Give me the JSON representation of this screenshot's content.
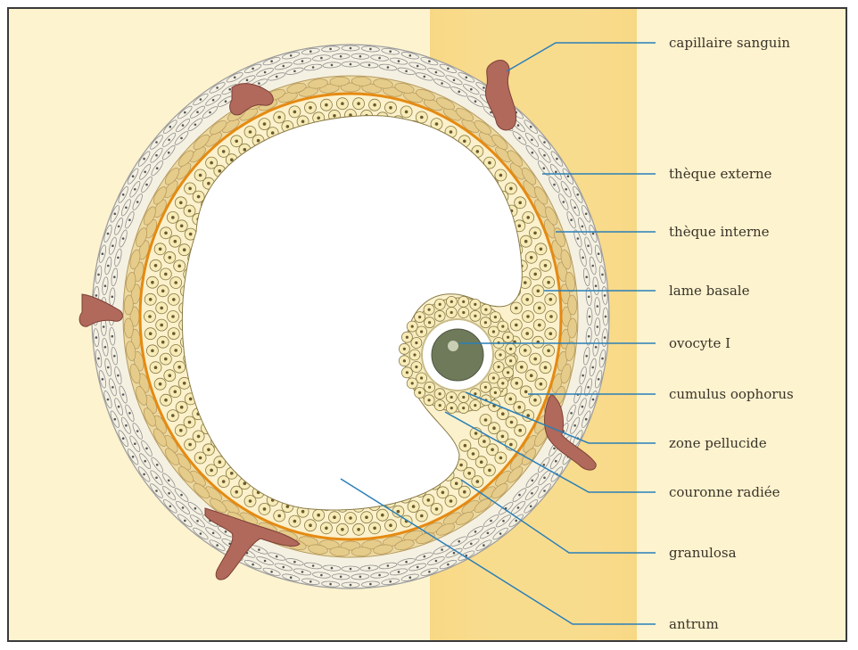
{
  "diagram": {
    "labels": {
      "capillaire": "capillaire sanguin",
      "theque_externe": "thèque externe",
      "theque_interne": "thèque interne",
      "lame_basale": "lame basale",
      "ovocyte": "ovocyte I",
      "cumulus": "cumulus oophorus",
      "zone_pellucide": "zone pellucide",
      "couronne": "couronne radiée",
      "granulosa": "granulosa",
      "antrum": "antrum"
    },
    "colors": {
      "background": "#fdf3cf",
      "band": "#f8dc8e",
      "leader_line": "#2a7fb8",
      "basal_lamina": "#e58a12",
      "granulosa_cell": "#f7ecb8",
      "granulosa_nucleus": "#6b5a2e",
      "theca_interna": "#e9d49a",
      "capillary": "#b0695b",
      "oocyte": "#6f7a5a"
    }
  }
}
